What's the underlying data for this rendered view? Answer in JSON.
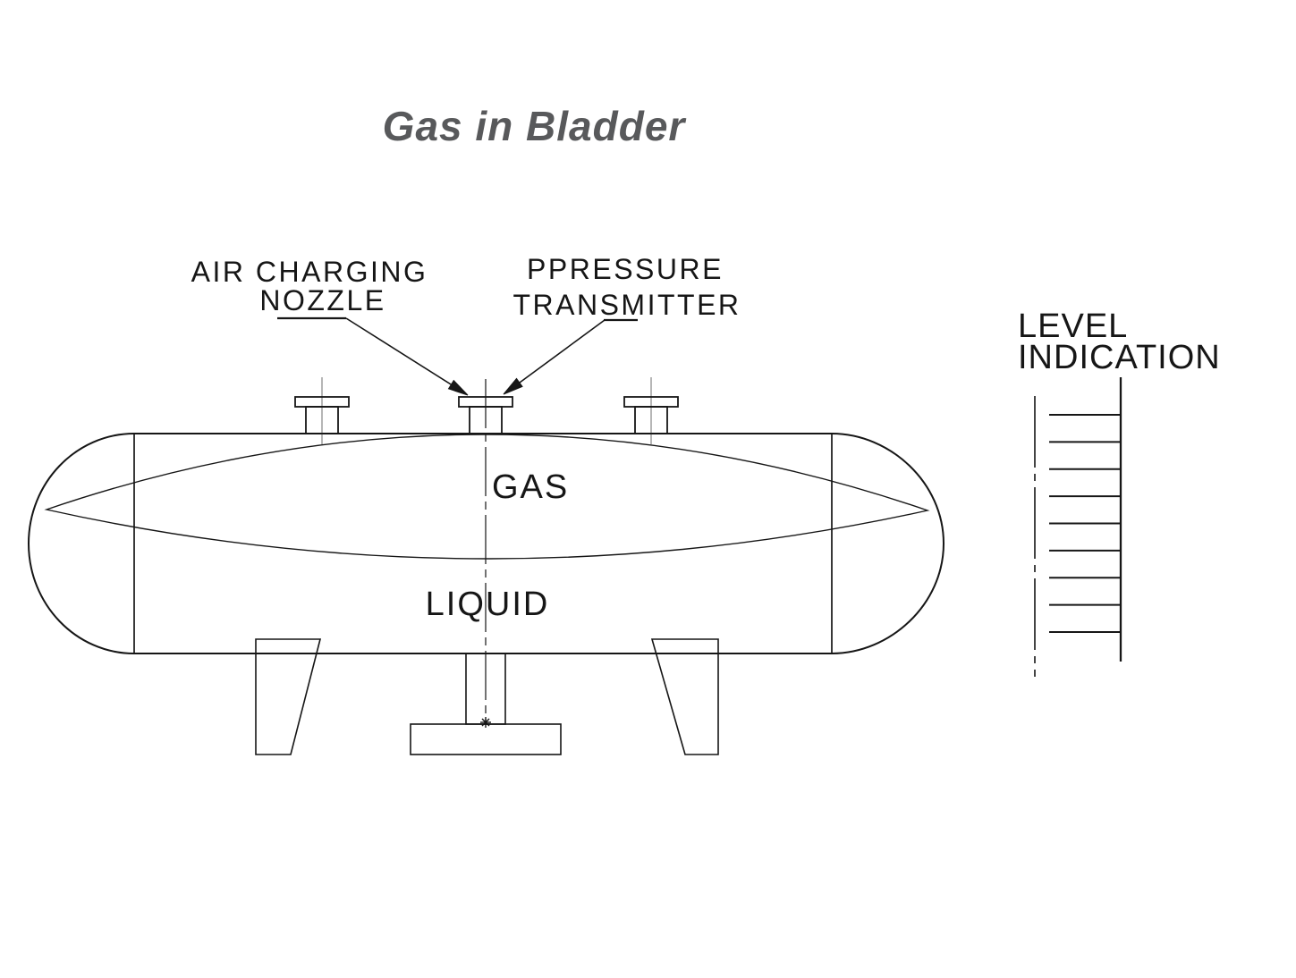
{
  "title": "Gas in Bladder",
  "colors": {
    "ink": "#161616",
    "title_gray": "#58595b",
    "thin_line": "#6e6e6e",
    "background": "#ffffff"
  },
  "callouts": {
    "air_charging": {
      "line1": "AIR CHARGING",
      "line2": "NOZZLE"
    },
    "pressure": {
      "line1": "PPRESSURE",
      "line2": "TRANSMITTER"
    }
  },
  "vessel": {
    "gas_label": "GAS",
    "liquid_label": "LIQUID"
  },
  "level_indicator": {
    "line1": "LEVEL",
    "line2": "INDICATION",
    "tick_count": 9
  }
}
